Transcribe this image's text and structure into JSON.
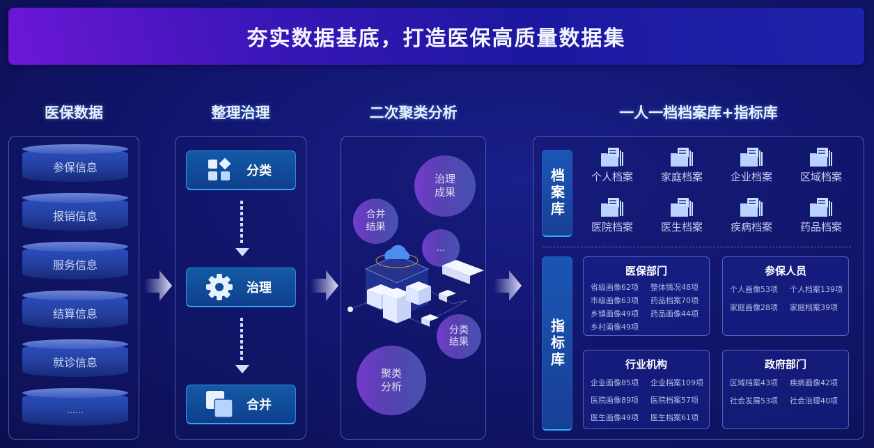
{
  "banner": {
    "title": "夯实数据基底，打造医保高质量数据集"
  },
  "columns": {
    "c1": {
      "title": "医保数据",
      "items": [
        "参保信息",
        "报销信息",
        "服务信息",
        "结算信息",
        "就诊信息",
        "……"
      ]
    },
    "c2": {
      "title": "整理治理",
      "steps": [
        {
          "label": "分类",
          "icon": "category-grid-icon"
        },
        {
          "label": "治理",
          "icon": "gear-icon"
        },
        {
          "label": "合并",
          "icon": "merge-copy-icon"
        }
      ]
    },
    "c3": {
      "title": "二次聚类分析",
      "bubbles": {
        "governance": "治理\n成果",
        "merge": "合并\n结果",
        "more": "...",
        "classify": "分类\n结果",
        "cluster": "聚类\n分析"
      }
    },
    "c4": {
      "title": "一人一档档案库+指标库",
      "archive_tag": "档案库",
      "index_tag": "指标库",
      "archives": [
        "个人档案",
        "家庭档案",
        "企业档案",
        "区域档案",
        "医院档案",
        "医生档案",
        "疾病档案",
        "药品档案"
      ],
      "index_boxes": [
        {
          "title": "医保部门",
          "items": [
            "省级画像62项",
            "整体情况48项",
            "市级画像63项",
            "药品档案70项",
            "乡镇画像49项",
            "药品画像44项",
            "乡村画像49项",
            ""
          ]
        },
        {
          "title": "参保人员",
          "items": [
            "个人画像53项",
            "个人档案139项",
            "家庭画像28项",
            "家庭档案39项"
          ]
        },
        {
          "title": "行业机构",
          "items": [
            "企业画像85项",
            "企业档案109项",
            "医院画像89项",
            "医院档案57项",
            "医生画像49项",
            "医生档案61项"
          ]
        },
        {
          "title": "政府部门",
          "items": [
            "区域档案43项",
            "疾病画像42项",
            "社会发展53项",
            "社会治理40项"
          ]
        }
      ]
    }
  },
  "colors": {
    "background": "#121670",
    "banner_start": "#6d17d6",
    "banner_end": "#1e22a8",
    "accent_border": "#31aaf5",
    "bubble": "#7b3fd4"
  }
}
